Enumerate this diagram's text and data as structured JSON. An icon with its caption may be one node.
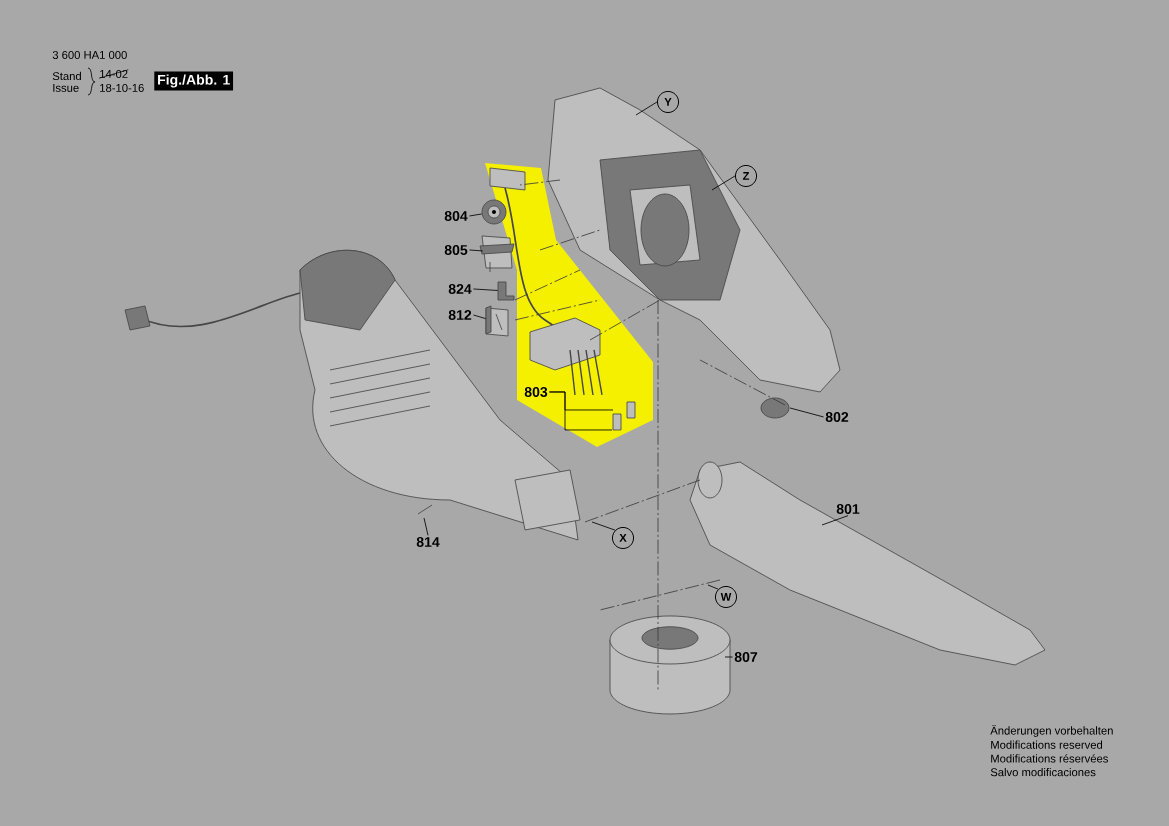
{
  "diagram": {
    "nodes": [
      {
        "text": [
          "804"
        ]
      },
      {
        "text": [
          "805"
        ]
      },
      {
        "text": [
          "824"
        ]
      },
      {
        "text": [
          "812"
        ]
      },
      {
        "text": [
          "803"
        ]
      },
      {
        "text": [
          "802"
        ]
      },
      {
        "text": [
          "801"
        ]
      },
      {
        "text": [
          "814"
        ]
      },
      {
        "text": [
          "807"
        ]
      },
      {
        "text": [
          "Y"
        ]
      },
      {
        "text": [
          "Z"
        ]
      },
      {
        "text": [
          "X"
        ]
      },
      {
        "text": [
          "W"
        ]
      },
      {
        "text": [],
        "shape": "picture"
      },
      {
        "text": [],
        "shape": "picture"
      },
      {
        "text": [],
        "shape": "picture"
      },
      {
        "text": [],
        "shape": "picture"
      }
    ],
    "edges": [
      {
        "from": 0,
        "to": 13,
        "arrow": "none"
      },
      {
        "from": 1,
        "to": 14,
        "arrow": "none"
      },
      {
        "from": 2,
        "to": 15,
        "arrow": "none"
      },
      {
        "from": 3,
        "to": 16,
        "arrow": "none"
      },
      {
        "from": 4,
        "to": null,
        "arrow": "none"
      },
      {
        "from": 4,
        "to": null,
        "arrow": "none"
      },
      {
        "from": 5,
        "to": null,
        "arrow": "none"
      },
      {
        "from": 6,
        "to": null,
        "arrow": "none"
      },
      {
        "from": 7,
        "to": null,
        "arrow": "none"
      },
      {
        "from": 8,
        "to": null,
        "arrow": "none"
      },
      {
        "from": 9,
        "to": null,
        "arrow": "none"
      },
      {
        "from": 10,
        "to": null,
        "arrow": "none"
      },
      {
        "from": 11,
        "to": null,
        "arrow": "none"
      },
      {
        "from": 12,
        "to": null,
        "arrow": "none"
      }
    ],
    "labels": [
      "3 600 HA1 000",
      "Stand",
      "Issue",
      "14-02",
      "18-10-16",
      "Fig./Abb. 1",
      "Änderungen vorbehalten",
      "Modifications reserved",
      "Modifications réservées",
      "Salvo modificaciones"
    ]
  }
}
